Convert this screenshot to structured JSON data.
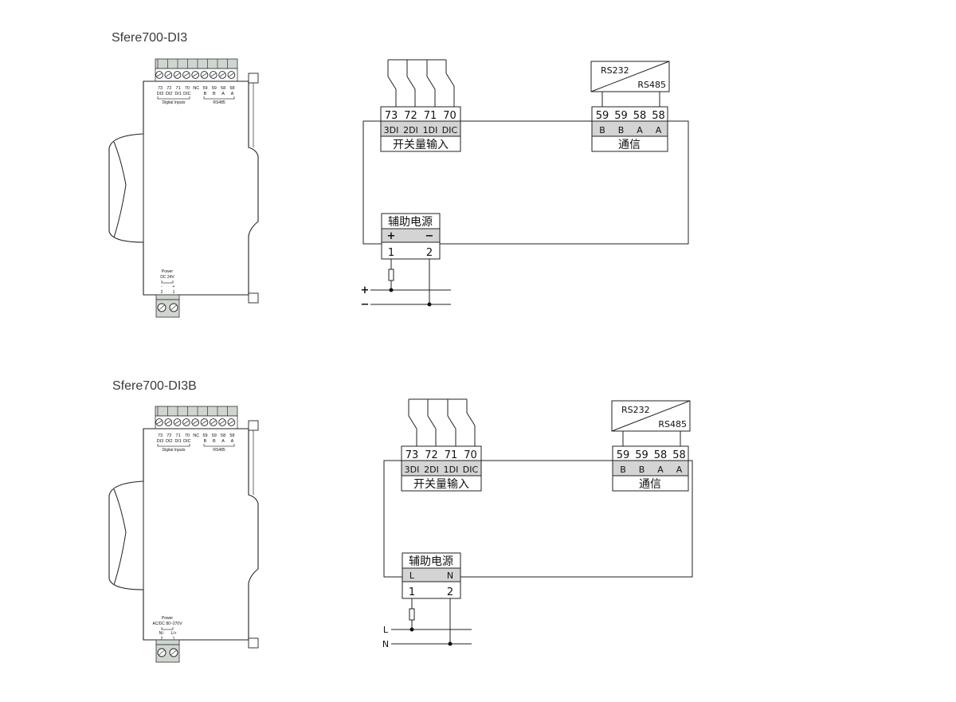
{
  "diagrams": [
    {
      "title": "Sfere700-DI3",
      "device": {
        "terminal_numbers": [
          "73",
          "72",
          "71",
          "70",
          "NC",
          "59",
          "59",
          "58",
          "58"
        ],
        "terminal_labels": [
          "DI3",
          "DI2",
          "DI1",
          "DIC",
          "B",
          "B",
          "A",
          "A"
        ],
        "digital_inputs_label": "Digital Inputs",
        "rs485_label": "RS485",
        "power_label": "Power",
        "power_spec": "DC 24V",
        "power_polarity": [
          "-",
          "+"
        ],
        "power_terminals": [
          "2",
          "1"
        ]
      },
      "inputs": {
        "numbers": [
          "73",
          "72",
          "71",
          "70"
        ],
        "labels": [
          "3DI",
          "2DI",
          "1DI",
          "DIC"
        ],
        "caption": "开关量输入"
      },
      "comm": {
        "converter_left": "RS232",
        "converter_right": "RS485",
        "numbers": [
          "59",
          "59",
          "58",
          "58"
        ],
        "labels": [
          "B",
          "B",
          "A",
          "A"
        ],
        "caption": "通信"
      },
      "power": {
        "caption": "辅助电源",
        "polarity": [
          "+",
          "−"
        ],
        "numbers": [
          "1",
          "2"
        ],
        "lines": [
          "+",
          "−"
        ]
      }
    },
    {
      "title": "Sfere700-DI3B",
      "device": {
        "terminal_numbers": [
          "73",
          "72",
          "71",
          "70",
          "NC",
          "59",
          "59",
          "58",
          "58"
        ],
        "terminal_labels": [
          "DI3",
          "DI2",
          "DI1",
          "DIC",
          "B",
          "B",
          "A",
          "A"
        ],
        "digital_inputs_label": "Digital Inputs",
        "rs485_label": "RS485",
        "power_label": "Power",
        "power_spec": "AC/DC 80~270V",
        "power_polarity": [
          "N/-",
          "L/+"
        ],
        "power_terminals": [
          "2",
          "1"
        ]
      },
      "inputs": {
        "numbers": [
          "73",
          "72",
          "71",
          "70"
        ],
        "labels": [
          "3DI",
          "2DI",
          "1DI",
          "DIC"
        ],
        "caption": "开关量输入"
      },
      "comm": {
        "converter_left": "RS232",
        "converter_right": "RS485",
        "numbers": [
          "59",
          "59",
          "58",
          "58"
        ],
        "labels": [
          "B",
          "B",
          "A",
          "A"
        ],
        "caption": "通信"
      },
      "power": {
        "caption": "辅助电源",
        "polarity": [
          "L",
          "N"
        ],
        "numbers": [
          "1",
          "2"
        ],
        "lines": [
          "L",
          "N"
        ]
      }
    }
  ]
}
